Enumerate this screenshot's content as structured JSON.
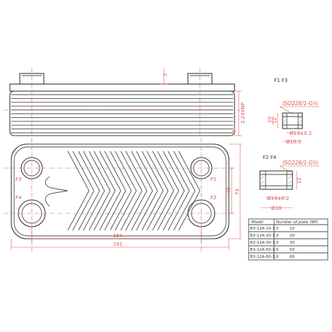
{
  "top_view": {
    "dim_side_height": "2",
    "dim_thickness": "2.24XNP",
    "dim_base": "7"
  },
  "front_view": {
    "port_labels": [
      "F3",
      "F1",
      "F4",
      "F2"
    ],
    "dim_inner_length": "154",
    "dim_total_length": "191",
    "dim_inner_height": "40",
    "dim_total_height": "73"
  },
  "detail_f1_f3": {
    "title": "F1 F3",
    "thread": "ISO228/1-G½",
    "dim_a": "Ø13±0.2",
    "dim_b": "Ø10.5",
    "dim_c": "12",
    "dim_d": "10"
  },
  "detail_f2_f4": {
    "title": "F2 F4",
    "thread": "ISO228/1-G½",
    "dim_a": "Ø14±0.2",
    "dim_b": "Ø18",
    "dim_c": "12"
  },
  "table": {
    "headers": [
      "Model",
      "Number of plate (NP)"
    ],
    "rows": [
      {
        "model": "B3-12A-10-1.0",
        "np": "10"
      },
      {
        "model": "B3-12A-20-1.0",
        "np": "20"
      },
      {
        "model": "B3-12A-30-1.0",
        "np": "30"
      },
      {
        "model": "B3-12A-50-1.0",
        "np": "50"
      },
      {
        "model": "B3-12A-60-1.0",
        "np": "60"
      }
    ]
  },
  "colors": {
    "drawing_line": "#4a4a4a",
    "dimension": "#d9534f",
    "background": "#ffffff"
  }
}
